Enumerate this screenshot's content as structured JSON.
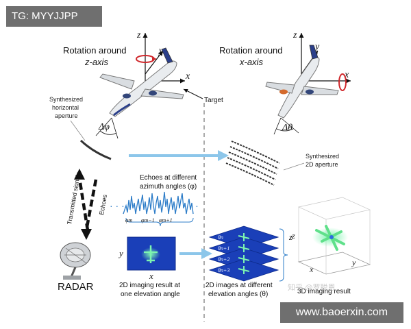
{
  "watermarks": {
    "top_left": "TG: MYYJJPP",
    "bottom_right": "www.baoerxin.com",
    "overlay_faint": "知乎 @罗聪恩"
  },
  "left_panel": {
    "title_line1": "Rotation around",
    "title_line2": "z-axis",
    "axis_z": "z",
    "axis_y": "y",
    "axis_x": "x",
    "angle": "Δφ",
    "target_label": "Target",
    "aperture_line1": "Synthesized",
    "aperture_line2": "horizontal",
    "aperture_line3": "aperture"
  },
  "right_panel": {
    "title_line1": "Rotation around",
    "title_line2": "x-axis",
    "axis_z": "z",
    "axis_y": "y",
    "axis_x": "x",
    "angle": "Δθ",
    "aperture2d_line1": "Synthesized",
    "aperture2d_line2": "2D aperture"
  },
  "echoes": {
    "title_line1": "Echoes at different",
    "title_line2": "azimuth angles (φ)",
    "phi_labels": [
      "φm",
      "φm−1",
      "φm+1"
    ]
  },
  "radar": {
    "transmitted_label": "Transmitted signals",
    "echoes_label": "Echoes",
    "radar_label": "RADAR"
  },
  "imaging2d": {
    "axis_y": "y",
    "axis_x": "x",
    "caption_line1": "2D imaging result at",
    "caption_line2": "one elevation angle"
  },
  "stack": {
    "theta_labels": [
      "θn",
      "θn+1",
      "θn+2",
      "θn+3"
    ],
    "axis_z": "z",
    "caption_line1": "2D images at different",
    "caption_line2": "elevation angles (θ)"
  },
  "result3d": {
    "axis_z": "z",
    "axis_x": "x",
    "axis_y": "y",
    "caption": "3D imaging result"
  },
  "colors": {
    "arrow_blue": "#8cc6ea",
    "image_blue": "#1a3fb8",
    "signal_blue": "#2c7cc8",
    "target_green": "#5fe08a"
  }
}
